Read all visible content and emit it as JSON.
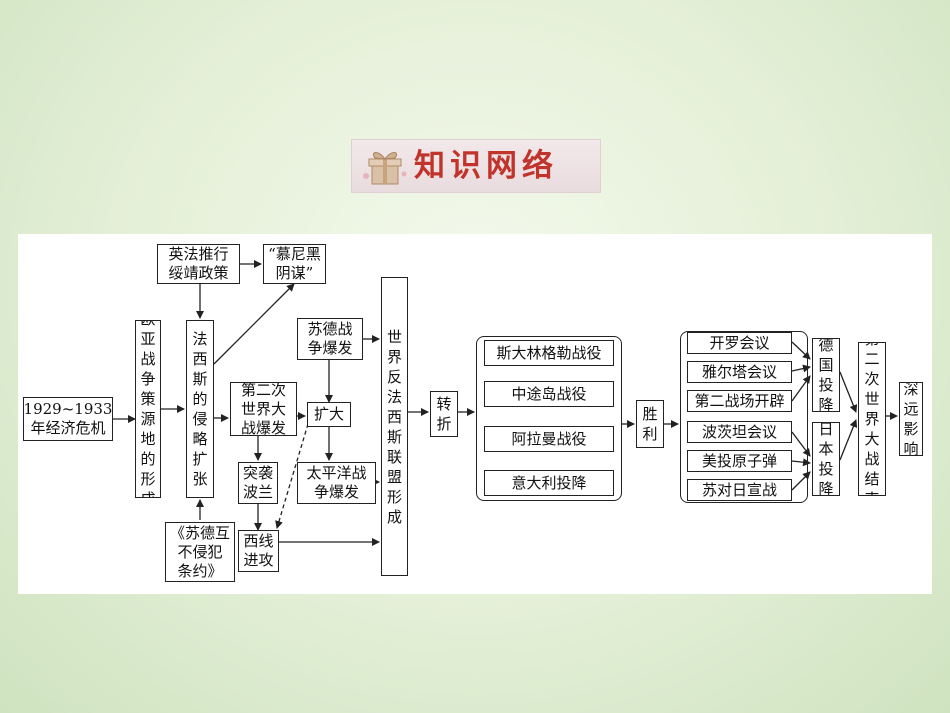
{
  "header": {
    "title": "知识网络",
    "icon": "gift-box-icon"
  },
  "diagram": {
    "crisis": "1929~1933\n年经济危机",
    "eurasia": "欧亚战争策源地的形成",
    "fascist": "法西斯的侵略扩张",
    "appeasement": "英法推行\n绥靖政策",
    "munich": "“慕尼黑\n阴谋”",
    "pact": "《苏德互\n不侵犯\n条约》",
    "ww2_start": "第二次\n世界大\n战爆发",
    "poland": "突袭\n波兰",
    "west": "西线\n进攻",
    "expand": "扩大",
    "soviet_war": "苏德战\n争爆发",
    "pacific": "太平洋战\n争爆发",
    "alliance": "世界反法西斯联盟形成",
    "turning": "转折",
    "battles": [
      "斯大林格勒战役",
      "中途岛战役",
      "阿拉曼战役",
      "意大利投降"
    ],
    "victory": "胜利",
    "conferences": [
      "开罗会议",
      "雅尔塔会议",
      "第二战场开辟",
      "波茨坦会议",
      "美投原子弹",
      "苏对日宣战"
    ],
    "germany": "德国投降",
    "japan": "日本投降",
    "end": "第二次世界大战结束",
    "impact": "深远影响"
  }
}
